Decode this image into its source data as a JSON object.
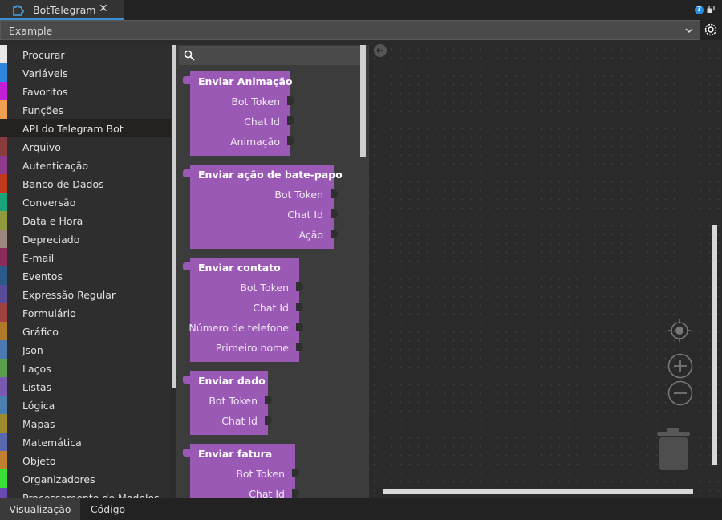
{
  "tab": {
    "title": "BotTelegram",
    "close": "✕"
  },
  "header": {
    "help": "?"
  },
  "project": {
    "value": "Example"
  },
  "categories": [
    {
      "label": "Procurar",
      "color": "#e8e8e8"
    },
    {
      "label": "Variáveis",
      "color": "#2e86de"
    },
    {
      "label": "Favoritos",
      "color": "#c21fd6"
    },
    {
      "label": "Funções",
      "color": "#f0a050"
    },
    {
      "label": "API do Telegram Bot",
      "color": "#262121"
    },
    {
      "label": "Arquivo",
      "color": "#8a3b3b"
    },
    {
      "label": "Autenticação",
      "color": "#8e3b8e"
    },
    {
      "label": "Banco de Dados",
      "color": "#c0391b"
    },
    {
      "label": "Conversão",
      "color": "#1aa37a"
    },
    {
      "label": "Data e Hora",
      "color": "#8e9a3b"
    },
    {
      "label": "Depreciado",
      "color": "#9c8880"
    },
    {
      "label": "E-mail",
      "color": "#8a2b5a"
    },
    {
      "label": "Eventos",
      "color": "#2b5a8a"
    },
    {
      "label": "Expressão Regular",
      "color": "#5a4a9a"
    },
    {
      "label": "Formulário",
      "color": "#a04040"
    },
    {
      "label": "Gráfico",
      "color": "#b07a2a"
    },
    {
      "label": "Json",
      "color": "#4a7ab0"
    },
    {
      "label": "Laços",
      "color": "#5aa04a"
    },
    {
      "label": "Listas",
      "color": "#7a5ab0"
    },
    {
      "label": "Lógica",
      "color": "#4a80b0"
    },
    {
      "label": "Mapas",
      "color": "#a08a30"
    },
    {
      "label": "Matemática",
      "color": "#5a6ab0"
    },
    {
      "label": "Objeto",
      "color": "#c08030"
    },
    {
      "label": "Organizadores",
      "color": "#3ae03a"
    },
    {
      "label": "Processamento de Modelos",
      "color": "#6a4ab0"
    }
  ],
  "blocks": [
    {
      "title": "Enviar Animação",
      "inputs": [
        "Bot Token",
        "Chat Id",
        "Animação"
      ]
    },
    {
      "title": "Enviar ação de bate-papo",
      "inputs": [
        "Bot Token",
        "Chat Id",
        "Ação"
      ]
    },
    {
      "title": "Enviar contato",
      "inputs": [
        "Bot Token",
        "Chat Id",
        "Número de telefone",
        "Primeiro nome"
      ]
    },
    {
      "title": "Enviar dado",
      "inputs": [
        "Bot Token",
        "Chat Id"
      ]
    },
    {
      "title": "Enviar fatura",
      "inputs": [
        "Bot Token",
        "Chat Id"
      ]
    }
  ],
  "bottom_tabs": {
    "preview": "Visualização",
    "code": "Código"
  },
  "colors": {
    "block": "#9b59b6",
    "accent": "#3a8fd6"
  }
}
